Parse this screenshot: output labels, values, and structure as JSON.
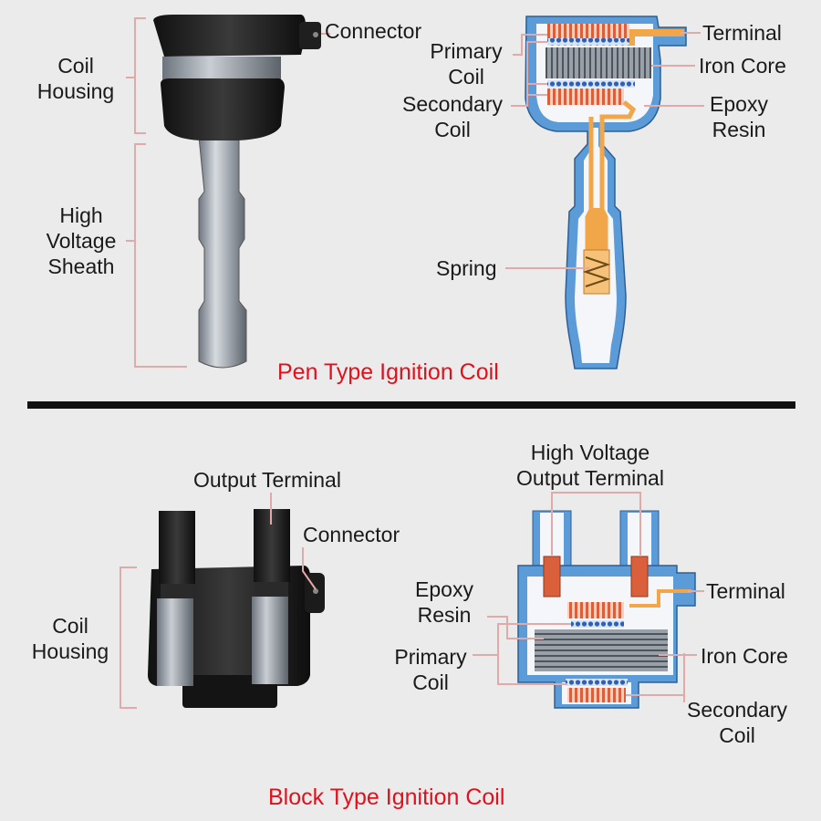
{
  "pen": {
    "title": "Pen Type Ignition Coil",
    "labels": {
      "connector": "Connector",
      "coil_housing": [
        "Coil",
        "Housing"
      ],
      "high_voltage_sheath": [
        "High",
        "Voltage",
        "Sheath"
      ],
      "terminal": "Terminal",
      "primary_coil": [
        "Primary",
        "Coil"
      ],
      "iron_core": "Iron Core",
      "secondary_coil": [
        "Secondary",
        "Coil"
      ],
      "epoxy_resin": [
        "Epoxy",
        "Resin"
      ],
      "spring": "Spring"
    }
  },
  "block": {
    "title": "Block Type Ignition Coil",
    "labels": {
      "output_terminal": "Output Terminal",
      "connector": "Connector",
      "coil_housing": [
        "Coil",
        "Housing"
      ],
      "hv_output_terminal": [
        "High Voltage",
        "Output Terminal"
      ],
      "terminal": "Terminal",
      "epoxy_resin": [
        "Epoxy",
        "Resin"
      ],
      "primary_coil": [
        "Primary",
        "Coil"
      ],
      "iron_core": "Iron Core",
      "secondary_coil": [
        "Secondary",
        "Coil"
      ]
    }
  },
  "colors": {
    "background": "#ebebeb",
    "title_red": "#e3101c",
    "leader_pink": "#e2a9a9",
    "housing_blue": "#5a9bd8",
    "epoxy_white": "#f4f6fa",
    "coil_copper": "#d9603b",
    "conductor_orange": "#f2a64a",
    "iron_gray": "#8a8f96",
    "body_black": "#1c1c1c",
    "sheath_gray": "#a9afb6"
  },
  "icons": [
    "pen-coil-exterior",
    "pen-coil-cutaway",
    "block-coil-exterior",
    "block-coil-cutaway"
  ]
}
